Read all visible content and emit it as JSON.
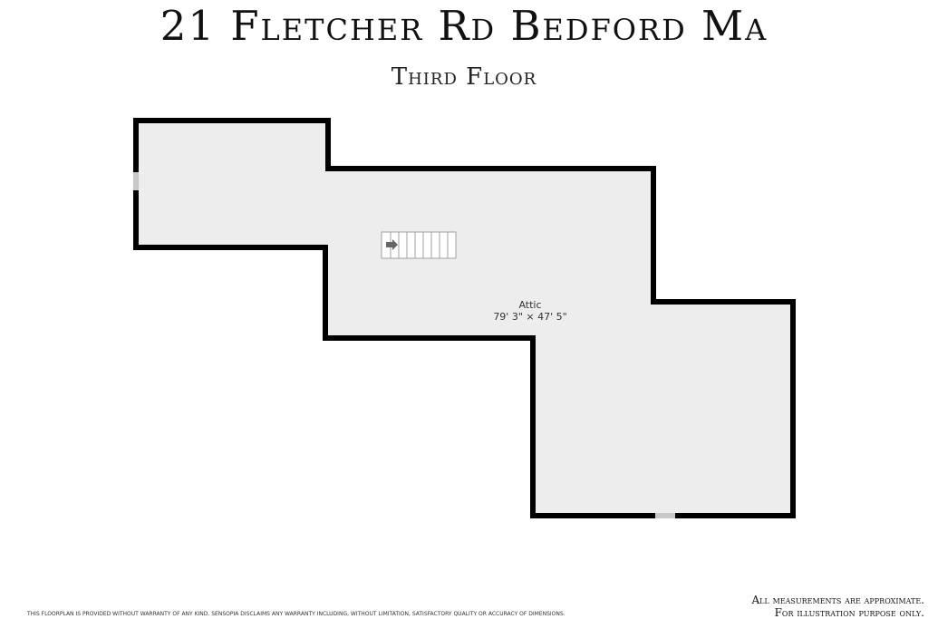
{
  "header": {
    "title": "21 Fletcher Rd Bedford Ma",
    "subtitle": "Third Floor"
  },
  "rooms": [
    {
      "name": "Attic",
      "dimensions": "79' 3\" × 47' 5\""
    }
  ],
  "footer": {
    "disclaimer": "THIS FLOORPLAN IS PROVIDED WITHOUT WARRANTY OF ANY KIND. SENSOPIA DISCLAIMS ANY WARRANTY INCLUDING, WITHOUT LIMITATION, SATISFACTORY QUALITY OR ACCURACY OF DIMENSIONS.",
    "note_line1": "All measurements are approximate.",
    "note_line2": "For illustration purpose only."
  },
  "colors": {
    "wall": "#000000",
    "floor": "#ededed",
    "stairs": "#ffffff",
    "opening": "#c8c8c8"
  }
}
